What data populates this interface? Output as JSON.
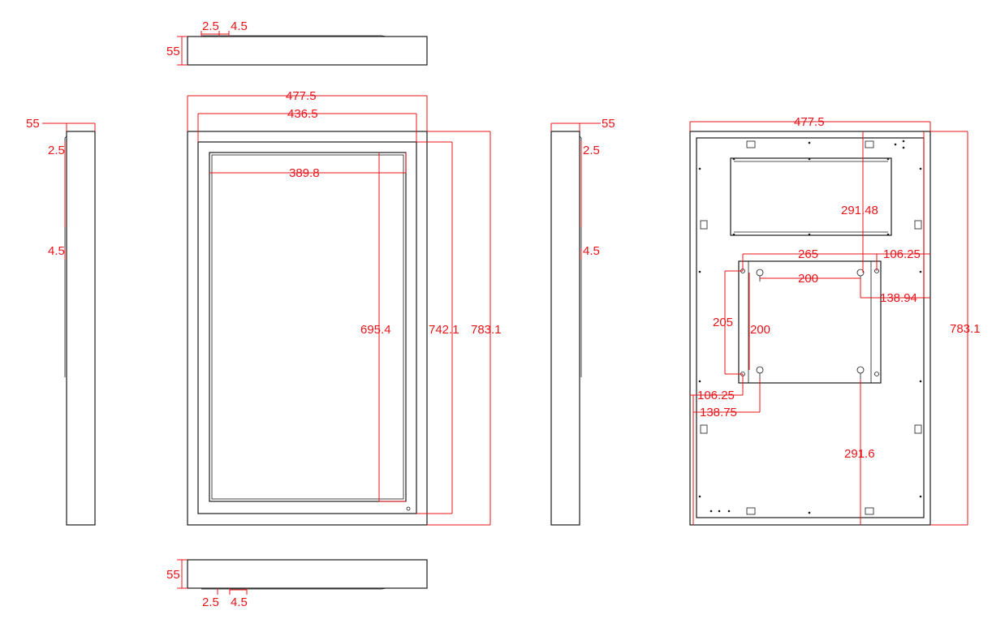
{
  "colors": {
    "dimension": "#e8141a",
    "outline": "#1a1a1a",
    "background": "#ffffff"
  },
  "top_view": {
    "depth": "55",
    "bezel": "2.5",
    "glass": "4.5"
  },
  "bottom_view": {
    "depth": "55",
    "bezel": "2.5",
    "glass": "4.5"
  },
  "left_view": {
    "depth": "55",
    "bezel": "2.5",
    "glass": "4.5"
  },
  "right_view": {
    "depth": "55",
    "bezel": "2.5",
    "glass": "4.5"
  },
  "front_view": {
    "outer_width": "477.5",
    "inner_width": "436.5",
    "display_width": "389.8",
    "display_height": "695.4",
    "inner_height": "742.1",
    "outer_height": "783.1"
  },
  "back_view": {
    "outer_width": "477.5",
    "outer_height": "783.1",
    "box_offset": "291.48",
    "hole_span": "265",
    "vesa_h": "200",
    "vesa_v": "200",
    "hole_v": "205",
    "right_offset_1": "106.25",
    "right_offset_2": "138.94",
    "left_offset_1": "106.25",
    "left_offset_2": "138.75",
    "bottom_offset": "291.6"
  }
}
